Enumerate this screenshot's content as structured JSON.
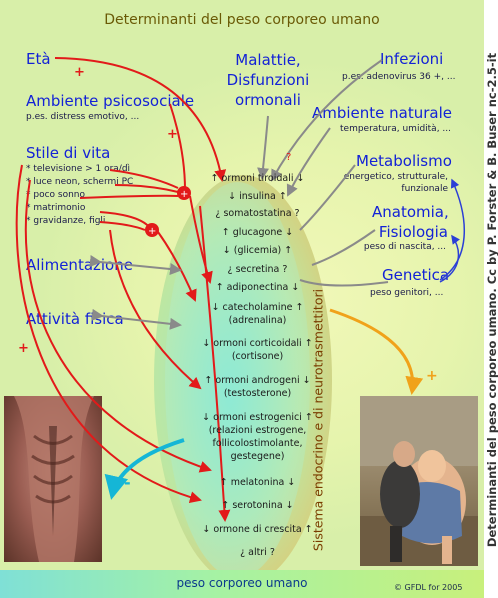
{
  "title": "Determinanti del peso corporeo umano",
  "factors": {
    "eta": "Età",
    "ambiente_psicosociale": "Ambiente psicosociale",
    "ambiente_psicosociale_sub": "p.es. distress emotivo, ...",
    "stile_di_vita": "Stile di vita",
    "stile_items": [
      "* televisione > 1 ora/dì",
      "* luce neon, schermi PC",
      "* poco sonno",
      "* matrimonio",
      "* gravidanze, figli"
    ],
    "alimentazione": "Alimentazione",
    "attivita_fisica": "Attività fisica",
    "malattie": [
      "Malattie,",
      "Disfunzioni",
      "ormonali"
    ],
    "infezioni": "Infezioni",
    "infezioni_sub": "p.es. adenovirus 36 +, ...",
    "ambiente_naturale": "Ambiente naturale",
    "ambiente_naturale_sub": "temperatura, umidità, ...",
    "metabolismo": "Metabolismo",
    "metabolismo_sub": [
      "energetico, strutturale,",
      "funzionale"
    ],
    "anatomia": [
      "Anatomia,",
      "Fisiologia"
    ],
    "anatomia_sub": "peso di nascita, ...",
    "genetica": "Genetica",
    "genetica_sub": "peso genitori, ..."
  },
  "hormones": [
    "↑ ormoni tiroidali ↓",
    "↓ insulina ↑",
    "¿ somatostatina ?",
    "↑ glucagone ↓",
    "↓ (glicemia) ↑",
    "¿ secretina ?",
    "↑ adiponectina ↓",
    "↓ catecholamine ↑",
    "(adrenalina)",
    "↓ ormoni corticoidali ↑",
    "(cortisone)",
    "↑ ormoni androgeni ↓",
    "(testosterone)",
    "↓ ormoni estrogenici ↑",
    "(relazioni estrogene,",
    "follicolostimolante,",
    "gestegene)",
    "↑ melatonina ↓",
    "↑ serotonina ↓",
    "↓ ormone di crescita ↑",
    "¿ altri ?"
  ],
  "system_label": "Sistema endocrino e di neurotrasmettitori",
  "symbols": {
    "plus": "+",
    "minus": "-",
    "question": "?"
  },
  "bottom_label": "peso corporeo umano",
  "credit_small": "© GFDL for 2005",
  "side_credit": "Determinanti del peso corporeo umano. Cc by P. Forster & B. Buser nc-2.5-it",
  "colors": {
    "factor_text": "#1322d6",
    "red_arrow": "#e21a1a",
    "grey_arrow": "#8a8a8a",
    "blue_arrow": "#2b3fd6",
    "orange_arrow": "#f0a21a",
    "cyan_arrow": "#15b6d6",
    "title": "#6a5a06"
  }
}
